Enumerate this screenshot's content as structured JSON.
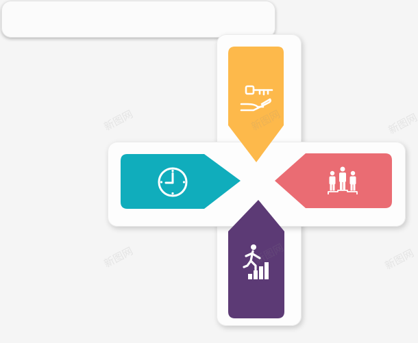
{
  "diagram": {
    "petals": [
      {
        "position": "top",
        "icon": "key-in-hand-icon",
        "color": "#FDB94B"
      },
      {
        "position": "left",
        "icon": "clock-icon",
        "color": "#10ADBC"
      },
      {
        "position": "right",
        "icon": "team-podium-icon",
        "color": "#EA6C73"
      },
      {
        "position": "bottom",
        "icon": "climbing-steps-icon",
        "color": "#5C3A75"
      }
    ],
    "frame_color": "#FDFDFD",
    "background_color": "#F5F5F5"
  },
  "watermark": {
    "text": "新图网"
  }
}
